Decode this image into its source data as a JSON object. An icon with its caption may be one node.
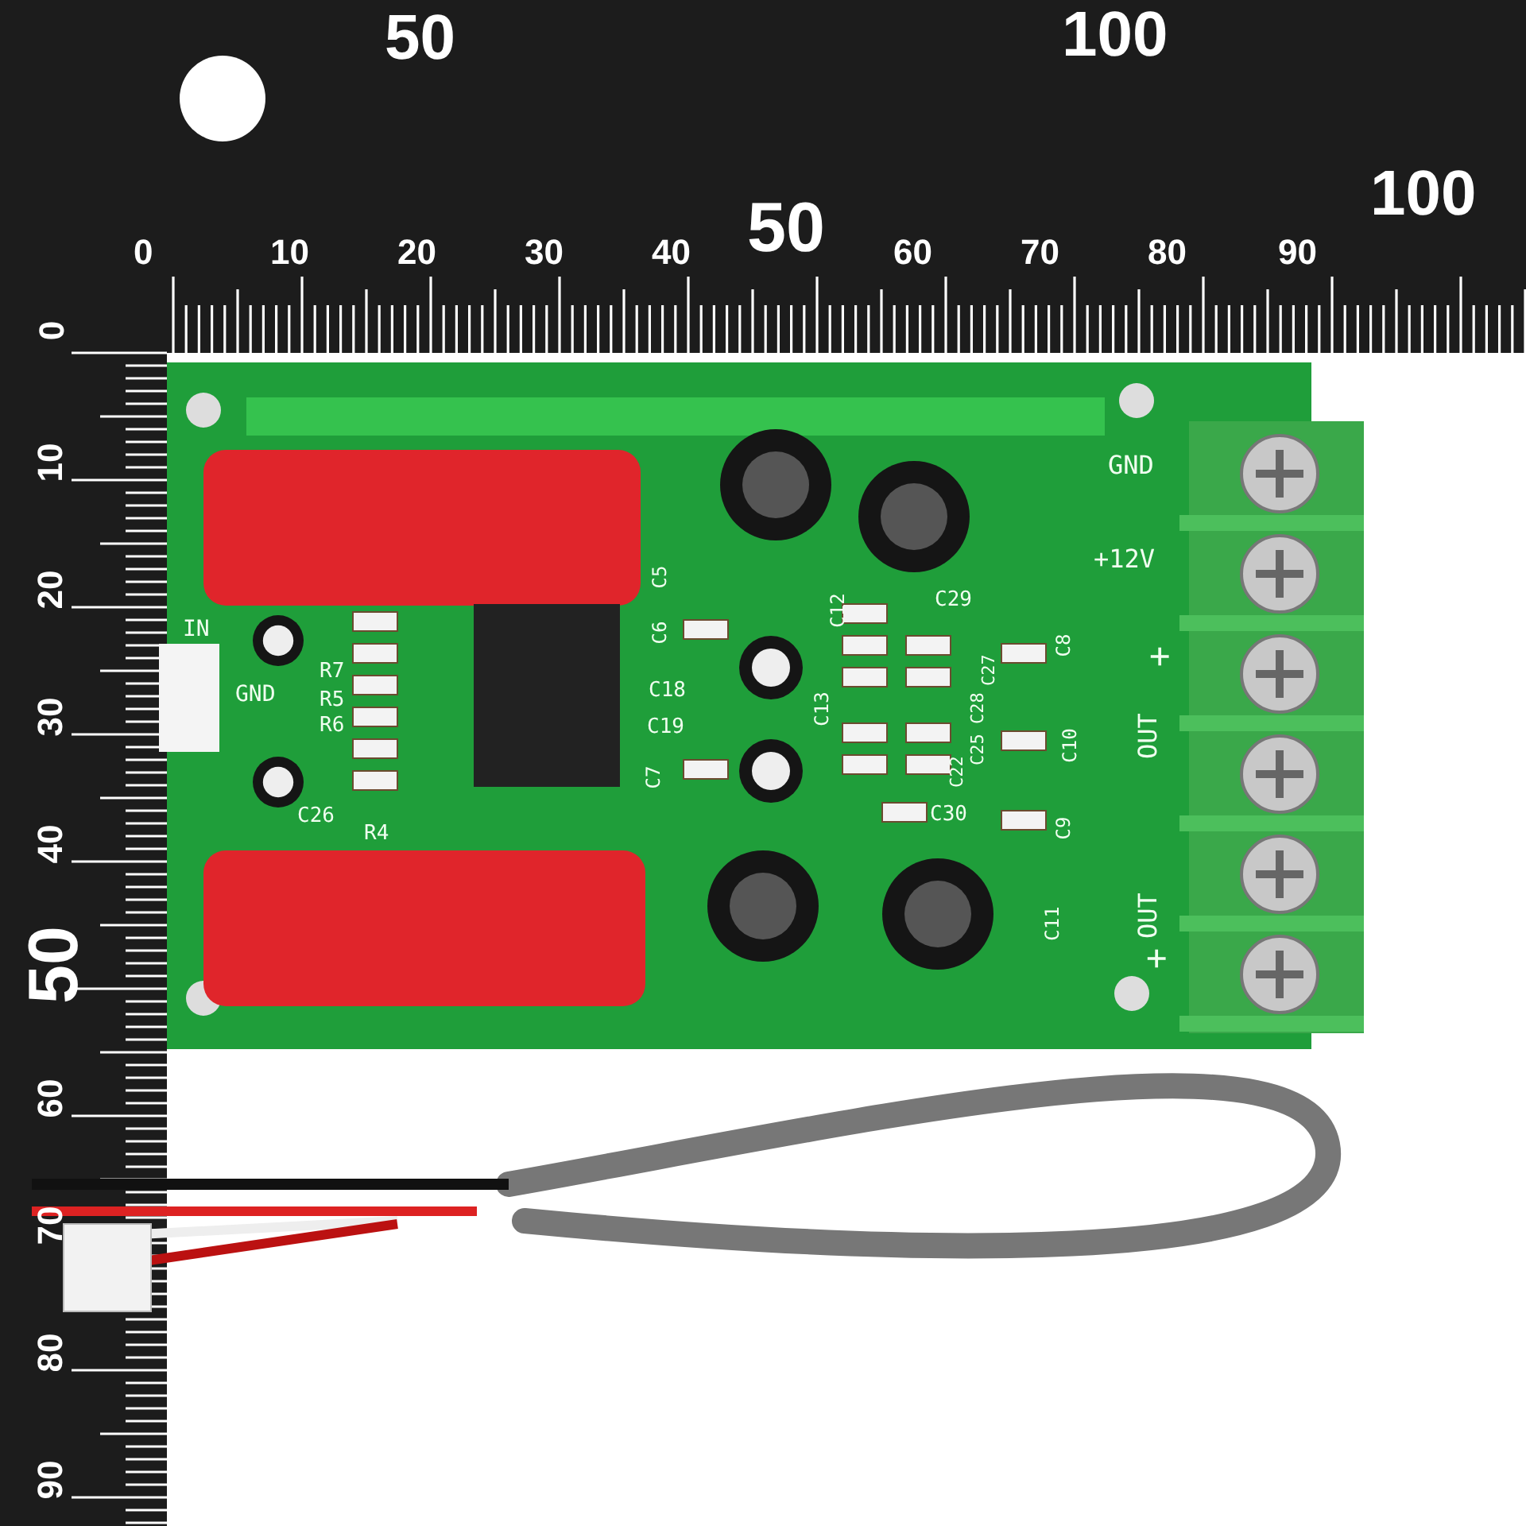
{
  "diagram": {
    "labels": [
      "50",
      "100",
      "0",
      "10",
      "20",
      "30",
      "40",
      "50",
      "60",
      "70",
      "80",
      "90",
      "100",
      "0",
      "10",
      "20",
      "30",
      "40",
      "50",
      "60",
      "70",
      "80",
      "90",
      "GND",
      "+12V",
      "+",
      "OUT",
      "OUT",
      "+",
      "IN",
      "GND",
      "R7",
      "R5",
      "R6",
      "C26",
      "R4",
      "C5",
      "C6",
      "C18",
      "C19",
      "C7",
      "C12",
      "C29",
      "C13",
      "C22",
      "C25",
      "C28",
      "C27",
      "C8",
      "C10",
      "C9",
      "C30",
      "C11"
    ]
  }
}
